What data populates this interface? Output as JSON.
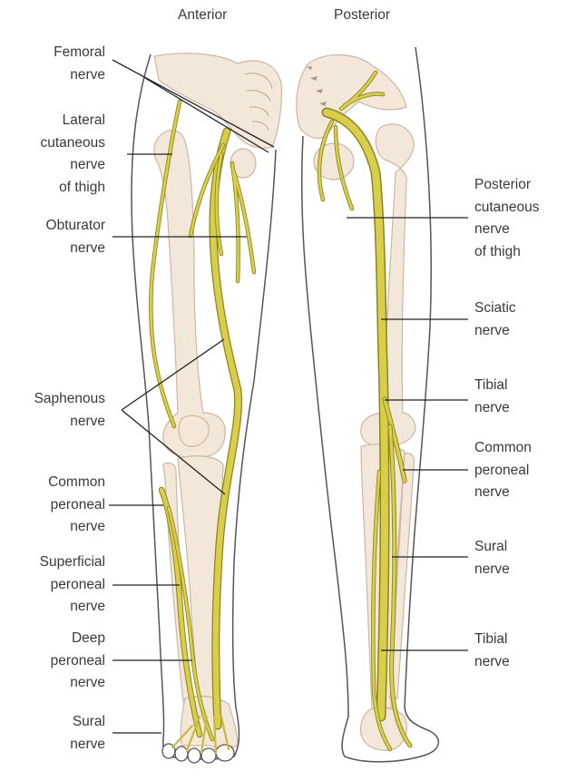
{
  "headings": {
    "anterior": "Anterior",
    "posterior": "Posterior"
  },
  "labels": {
    "femoral_nerve": [
      "Femoral",
      "nerve"
    ],
    "lateral_cutaneous_nerve_of_thigh": [
      "Lateral",
      "cutaneous",
      "nerve",
      "of thigh"
    ],
    "obturator_nerve": [
      "Obturator",
      "nerve"
    ],
    "saphenous_nerve": [
      "Saphenous",
      "nerve"
    ],
    "common_peroneal_nerve_anterior": [
      "Common",
      "peroneal",
      "nerve"
    ],
    "superficial_peroneal_nerve": [
      "Superficial",
      "peroneal",
      "nerve"
    ],
    "deep_peroneal_nerve": [
      "Deep",
      "peroneal",
      "nerve"
    ],
    "sural_nerve_anterior": [
      "Sural",
      "nerve"
    ],
    "posterior_cutaneous_nerve_of_thigh": [
      "Posterior",
      "cutaneous",
      "nerve",
      "of thigh"
    ],
    "sciatic_nerve": [
      "Sciatic",
      "nerve"
    ],
    "tibial_nerve_upper": [
      "Tibial",
      "nerve"
    ],
    "common_peroneal_nerve_posterior": [
      "Common",
      "peroneal",
      "nerve"
    ],
    "sural_nerve_posterior": [
      "Sural",
      "nerve"
    ],
    "tibial_nerve_lower": [
      "Tibial",
      "nerve"
    ]
  },
  "colors": {
    "nerve_fill": "#d9ce4a",
    "nerve_outline": "#8c8423",
    "bone_fill": "#f3e7d9",
    "bone_outline": "#cbb7a3",
    "leg_outline": "#555555",
    "leader_line": "#222222"
  }
}
